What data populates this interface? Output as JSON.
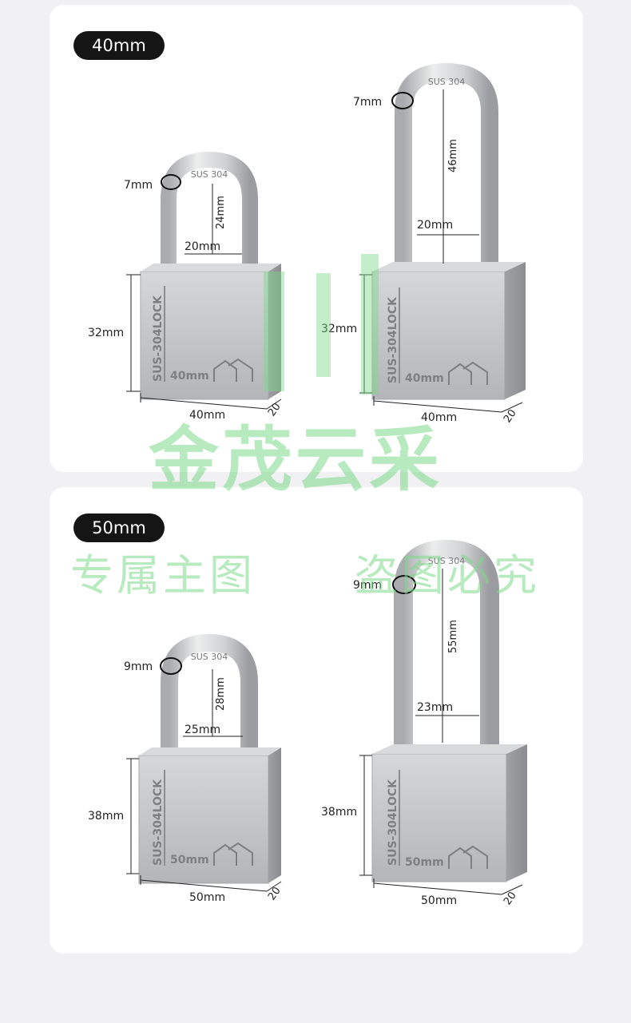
{
  "sections": [
    {
      "title": "40mm",
      "locks": [
        {
          "shackle_dia": "7mm",
          "shackle_height": "24mm",
          "shackle_gap": "20mm",
          "body_height": "32mm",
          "body_width": "40mm",
          "depth": "20",
          "engraving_side": "SUS-304LOCK",
          "engraving_size": "40mm",
          "shackle_text": "SUS 304"
        },
        {
          "shackle_dia": "7mm",
          "shackle_height": "46mm",
          "shackle_gap": "20mm",
          "body_height": "32mm",
          "body_width": "40mm",
          "depth": "20",
          "engraving_side": "SUS-304LOCK",
          "engraving_size": "40mm",
          "shackle_text": "SUS 304"
        }
      ]
    },
    {
      "title": "50mm",
      "locks": [
        {
          "shackle_dia": "9mm",
          "shackle_height": "28mm",
          "shackle_gap": "25mm",
          "body_height": "38mm",
          "body_width": "50mm",
          "depth": "20",
          "engraving_side": "SUS-304LOCK",
          "engraving_size": "50mm",
          "shackle_text": "SUS 304"
        },
        {
          "shackle_dia": "9mm",
          "shackle_height": "55mm",
          "shackle_gap": "23mm",
          "body_height": "38mm",
          "body_width": "50mm",
          "depth": "20",
          "engraving_side": "SUS-304LOCK",
          "engraving_size": "50mm",
          "shackle_text": "SUS 304"
        }
      ]
    }
  ],
  "watermark": {
    "logo": "金茂云采",
    "sub_left": "专属主图",
    "sub_right": "盗图必究",
    "color": "#7dd98a"
  }
}
